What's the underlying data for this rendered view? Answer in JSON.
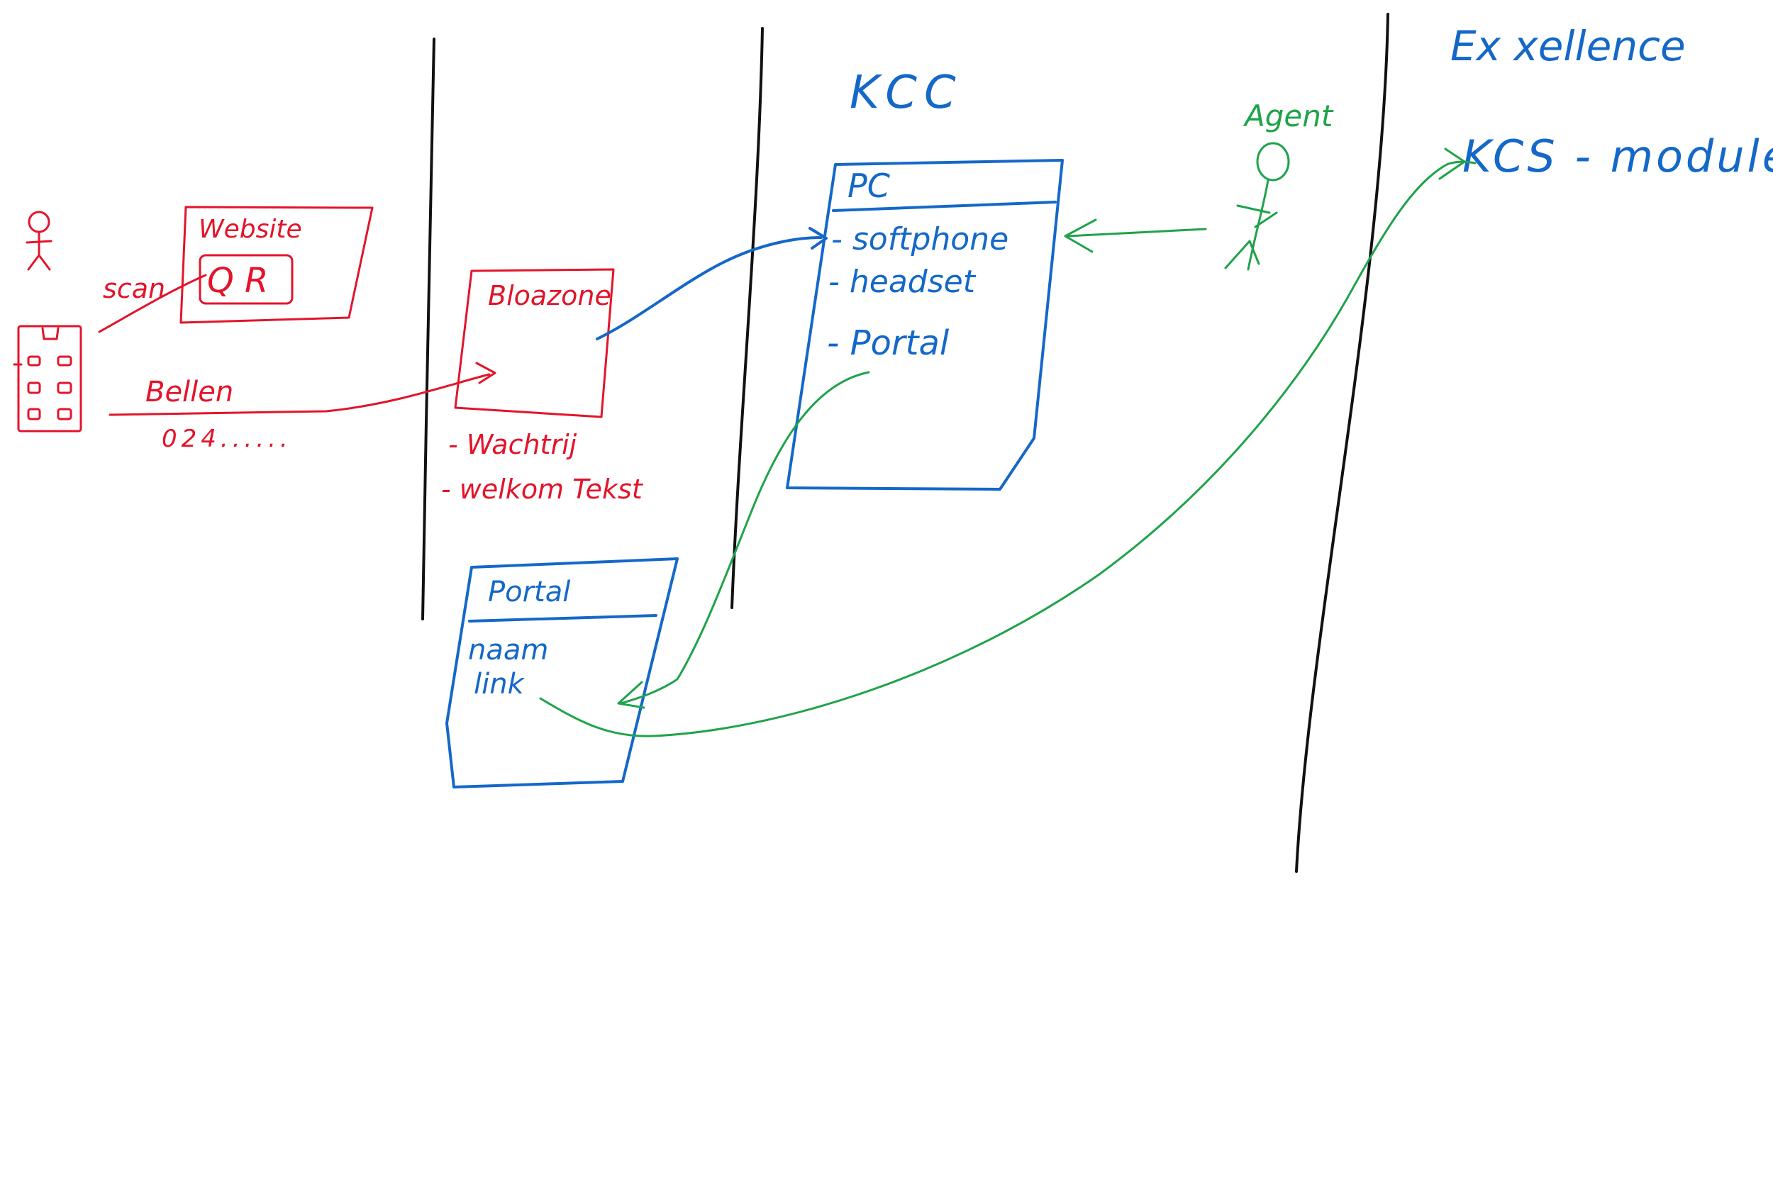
{
  "colors": {
    "red": "#e3142a",
    "blue": "#1468c8",
    "green": "#1fa34a",
    "black": "#111111"
  },
  "customer": {
    "scan_label": "scan",
    "call_label": "Bellen",
    "phone_number": "024......"
  },
  "website": {
    "title": "Website",
    "qr_label": "Q R"
  },
  "bloazone": {
    "title": "Bloazone",
    "notes": [
      "- Wachtrij",
      "- welkom Tekst"
    ]
  },
  "portal": {
    "title": "Portal",
    "fields": [
      "naam",
      "link"
    ]
  },
  "kcc": {
    "title": "KCC",
    "pc": {
      "title": "PC",
      "items": [
        "- softphone",
        "- headset",
        "- Portal"
      ]
    }
  },
  "agent": {
    "label": "Agent"
  },
  "excellence": {
    "title": "Ex xellence",
    "module": "KCS - module"
  }
}
